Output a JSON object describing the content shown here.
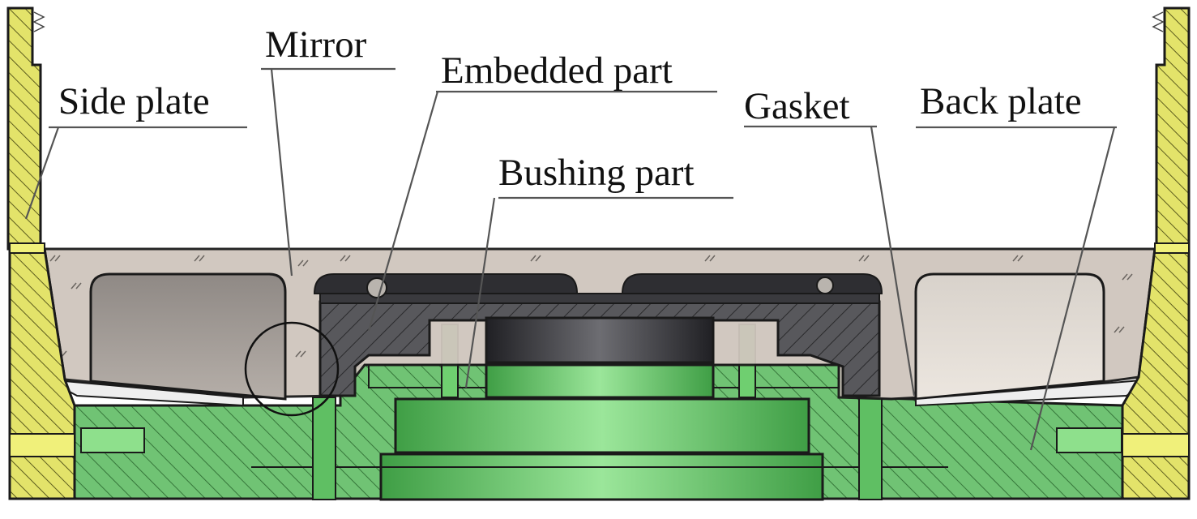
{
  "labels": {
    "side_plate": "Side plate",
    "mirror": "Mirror",
    "embedded_part": "Embedded part",
    "gasket": "Gasket",
    "back_plate": "Back plate",
    "bushing_part": "Bushing part"
  },
  "colors": {
    "side_plate": "#e4e46a",
    "back_plate": "#6cc070",
    "mirror": "#cfc6bd",
    "embedded_part": "#4a4a4e",
    "bushing_part": "#7fd07d",
    "gasket": "#e8e8e8"
  }
}
